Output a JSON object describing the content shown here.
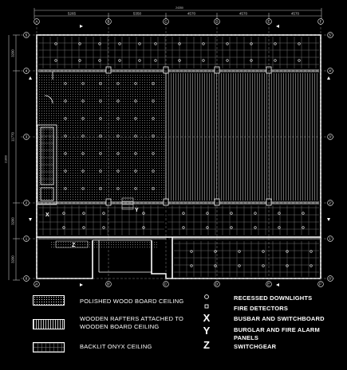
{
  "plan": {
    "dimensions_top": [
      "5265",
      "5350",
      "4570",
      "4570",
      "4570"
    ],
    "dimensions_left": [
      "3200",
      "11770",
      "3200",
      "3200"
    ],
    "overall_top": "24350",
    "overall_left": "21800",
    "column_labels": [
      "A",
      "B",
      "C",
      "D",
      "E",
      "F"
    ],
    "column_labels_bottom": [
      "A'",
      "B'",
      "C'",
      "D'",
      "E'",
      "F'"
    ],
    "row_labels": [
      "5",
      "4",
      "3",
      "2",
      "1",
      "0"
    ],
    "row_labels_right": [
      "5'",
      "4'",
      "3'",
      "2'",
      "1'",
      "0'"
    ],
    "marker_x": "X",
    "marker_y": "Y",
    "marker_z": "Z",
    "colors": {
      "line": "#ffffff",
      "background": "#000000",
      "dim": "#bbbbbb"
    }
  },
  "legend": {
    "polished": "POLISHED WOOD BOARD CEILING",
    "rafters_line1": "WOODEN RAFTERS ATTACHED TO",
    "rafters_line2": "WOODEN BOARD CEILING",
    "onyx": "BACKLIT ONYX CEILING",
    "downlights": "RECESSED DOWNLIGHTS",
    "fire": "FIRE DETECTORS",
    "busbar": "BUSBAR AND SWITCHBOARD",
    "burglar_line1": "BURGLAR AND FIRE ALARM",
    "burglar_line2": "PANELS",
    "switchgear": "SWITCHGEAR",
    "sym_x": "X",
    "sym_y": "Y",
    "sym_z": "Z"
  }
}
